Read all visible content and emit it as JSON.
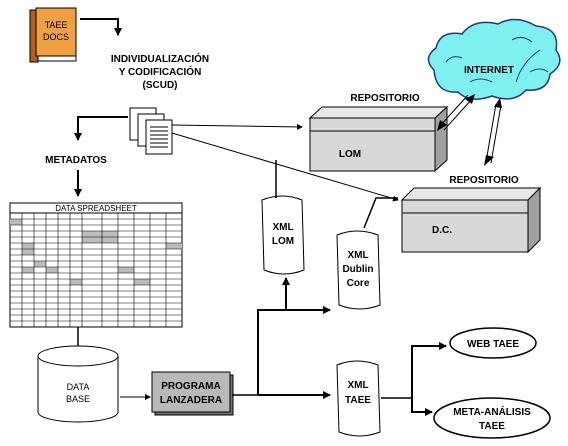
{
  "book": {
    "line1": "TAEE",
    "line2": "DOCS"
  },
  "scud": {
    "line1": "INDIVIDUALIZACIÓN",
    "line2": "Y CODIFICACIÓN",
    "line3": "(SCUD)"
  },
  "metadatos": "METADATOS",
  "spreadsheet": {
    "title": "DATA SPREADSHEET"
  },
  "database": {
    "line1": "DATA",
    "line2": "BASE"
  },
  "programa": {
    "line1": "PROGRAMA",
    "line2": "LANZADERA"
  },
  "repo_lom": {
    "title": "REPOSITORIO",
    "label": "LOM"
  },
  "repo_dc": {
    "title": "REPOSITORIO",
    "label": "D.C."
  },
  "internet": "INTERNET",
  "xml_lom": {
    "line1": "XML",
    "line2": "LOM"
  },
  "xml_dc": {
    "line1": "XML",
    "line2": "Dublin",
    "line3": "Core"
  },
  "xml_taee": {
    "line1": "XML",
    "line2": "TAEE"
  },
  "web_taee": "WEB TAEE",
  "meta": {
    "line1": "META-ANÁLISIS",
    "line2": "TAEE"
  },
  "colors": {
    "book_orange": "#f0a040",
    "cloud_cyan": "#7ff0f0",
    "program_gray": "#b8b8b8",
    "box_gray": "#d8d8d8",
    "cell_gray": "#bcbcbc"
  }
}
